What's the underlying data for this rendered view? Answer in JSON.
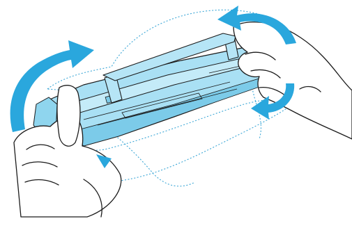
{
  "illustration": {
    "subject": "toner-cartridge-shake",
    "colors": {
      "cartridge_fill": "#a9e0f4",
      "cartridge_dark": "#7ccbe9",
      "arrow": "#2aa7dd",
      "outline": "#1b1b1b",
      "motion_trace": "#3aa6d6",
      "hand_fill": "#ffffff"
    },
    "icons": [
      "left-hand",
      "right-hand",
      "cartridge",
      "handle",
      "rotate-arrow",
      "motion-trace"
    ]
  }
}
